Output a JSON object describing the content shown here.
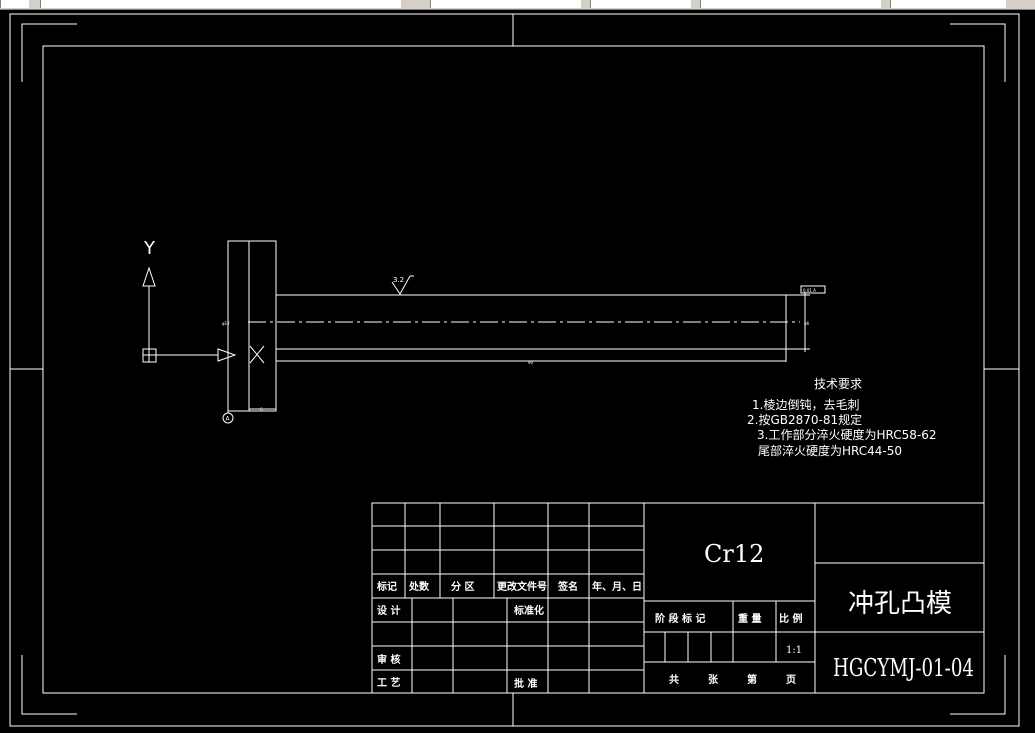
{
  "axis": {
    "y_label": "Y"
  },
  "dimensions": {
    "surface_finish": "3.2",
    "left_dim": "φ12",
    "right_dim": "φ6",
    "length": "90",
    "flange_width": "6",
    "datum": "A",
    "tolerance_box": "0.01 A"
  },
  "tech_requirements": {
    "title": "技术要求",
    "lines": [
      "1.棱边倒钝，去毛刺",
      "2.按GB2870-81规定",
      "3.工作部分淬火硬度为HRC58-62",
      "尾部淬火硬度为HRC44-50"
    ]
  },
  "title_block": {
    "headers": [
      "标记",
      "处数",
      "分 区",
      "更改文件号",
      "签名",
      "年、月、日"
    ],
    "design": "设 计",
    "standardization": "标准化",
    "review": "审 核",
    "process": "工 艺",
    "approve": "批 准",
    "stage_mark": "阶 段 标 记",
    "weight": "重 量",
    "scale_label": "比 例",
    "scale": "1:1",
    "total": "共",
    "sheets": "张",
    "page_no": "第",
    "page": "页",
    "material": "Cr12",
    "part_name": "冲孔凸模",
    "drawing_no": "HGCYMJ-01-04"
  }
}
